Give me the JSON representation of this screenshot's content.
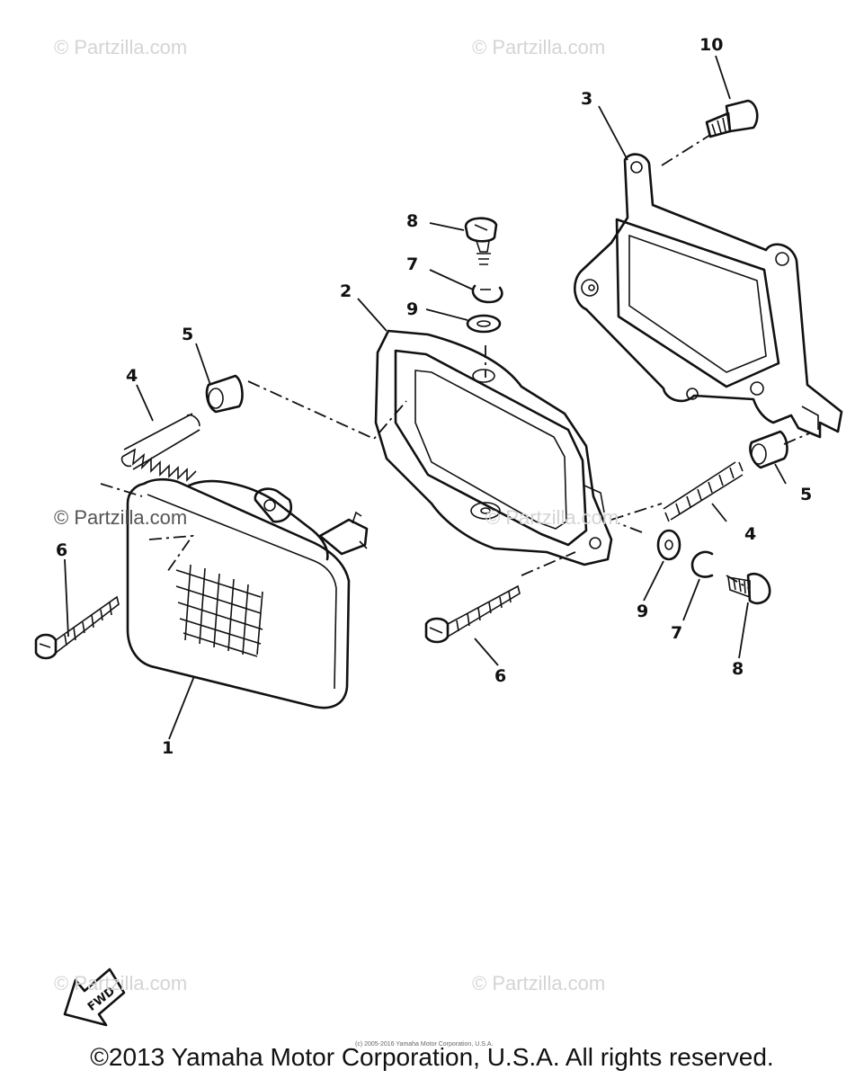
{
  "watermarks": [
    "© Partzilla.com",
    "© Partzilla.com",
    "© Partzilla.com",
    "© Partzilla.com",
    "© Partzilla.com",
    "© Partzilla.com"
  ],
  "fwd_label": "FWD",
  "small_copyright": "(c) 2005-2016 Yamaha Motor Corporation, U.S.A.",
  "copyright": "©2013 Yamaha Motor Corporation, U.S.A. All rights reserved.",
  "callouts": {
    "headlight_unit": "1",
    "headlight_frame": "2",
    "headlight_bracket": "3",
    "spring_left": "4",
    "spring_right": "4",
    "nut_left": "5",
    "nut_right": "5",
    "screw_left": "6",
    "screw_right": "6",
    "circlip_top": "7",
    "circlip_right": "7",
    "knob_top": "8",
    "knob_right": "8",
    "washer_top": "9",
    "washer_right": "9",
    "bolt": "10"
  }
}
